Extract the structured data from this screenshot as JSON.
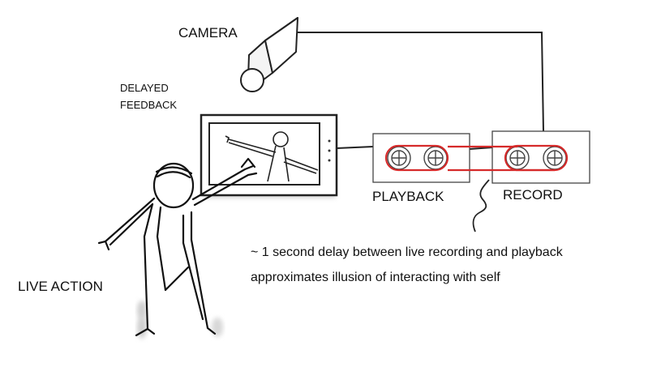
{
  "labels": {
    "camera": "CAMERA",
    "delayed_feedback_line1": "DELAYED",
    "delayed_feedback_line2": "FEEDBACK",
    "playback": "PLAYBACK",
    "record": "RECORD",
    "note_line1": "~ 1 second delay between live recording and playback",
    "note_line2": "approximates illusion of interacting with self",
    "live_action": "LIVE ACTION"
  },
  "colors": {
    "ink": "#222222",
    "tape": "#d62a2a",
    "shadow": "#c8c8c8"
  }
}
